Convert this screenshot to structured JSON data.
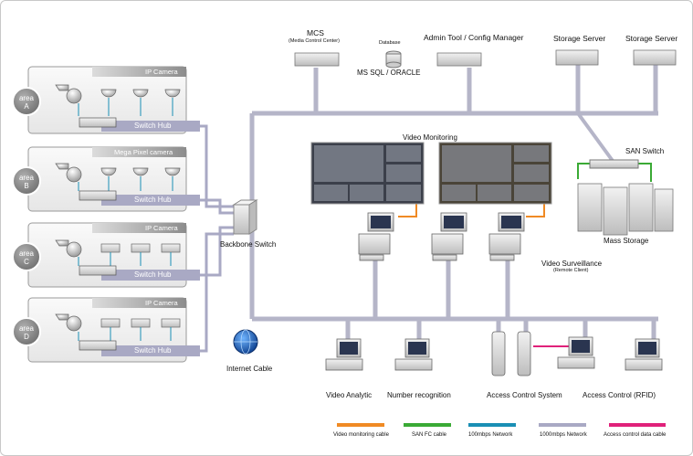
{
  "areas": [
    {
      "label_top": "area",
      "label_bottom": "A",
      "camera_type": "IP Camera",
      "hub": "Switch Hub"
    },
    {
      "label_top": "area",
      "label_bottom": "B",
      "camera_type": "Mega Pixel camera",
      "hub": "Switch Hub"
    },
    {
      "label_top": "area",
      "label_bottom": "C",
      "camera_type": "IP Camera",
      "hub": "Switch Hub"
    },
    {
      "label_top": "area",
      "label_bottom": "D",
      "camera_type": "IP Camera",
      "hub": "Switch Hub"
    }
  ],
  "top": {
    "mcs": "MCS",
    "mcs_sub": "(Media Control Center)",
    "database": "Database",
    "db_name": "MS SQL / ORACLE",
    "admin": "Admin Tool / Config Manager",
    "storage1": "Storage Server",
    "storage2": "Storage Server"
  },
  "middle": {
    "video_monitoring": "Video Monitoring",
    "backbone": "Backbone Switch",
    "san_switch": "SAN Switch",
    "mass_storage": "Mass Storage",
    "surveillance": "Video Surveillance",
    "surveillance_sub": "(Remote Client)"
  },
  "bottom": {
    "internet": "Internet Cable",
    "video_analytic": "Video Analytic",
    "number_recognition": "Number recognition",
    "access_system": "Access Control System",
    "access_rfid": "Access Control (RFID)"
  },
  "legend": [
    {
      "label": "Video monitoring cable",
      "color": "#f08a24"
    },
    {
      "label": "SAN FC cable",
      "color": "#3aaa35"
    },
    {
      "label": "100mbps Network",
      "color": "#1a8fb5"
    },
    {
      "label": "1000mbps Network",
      "color": "#a9a9c4"
    },
    {
      "label": "Access control data cable",
      "color": "#e0217a"
    }
  ]
}
